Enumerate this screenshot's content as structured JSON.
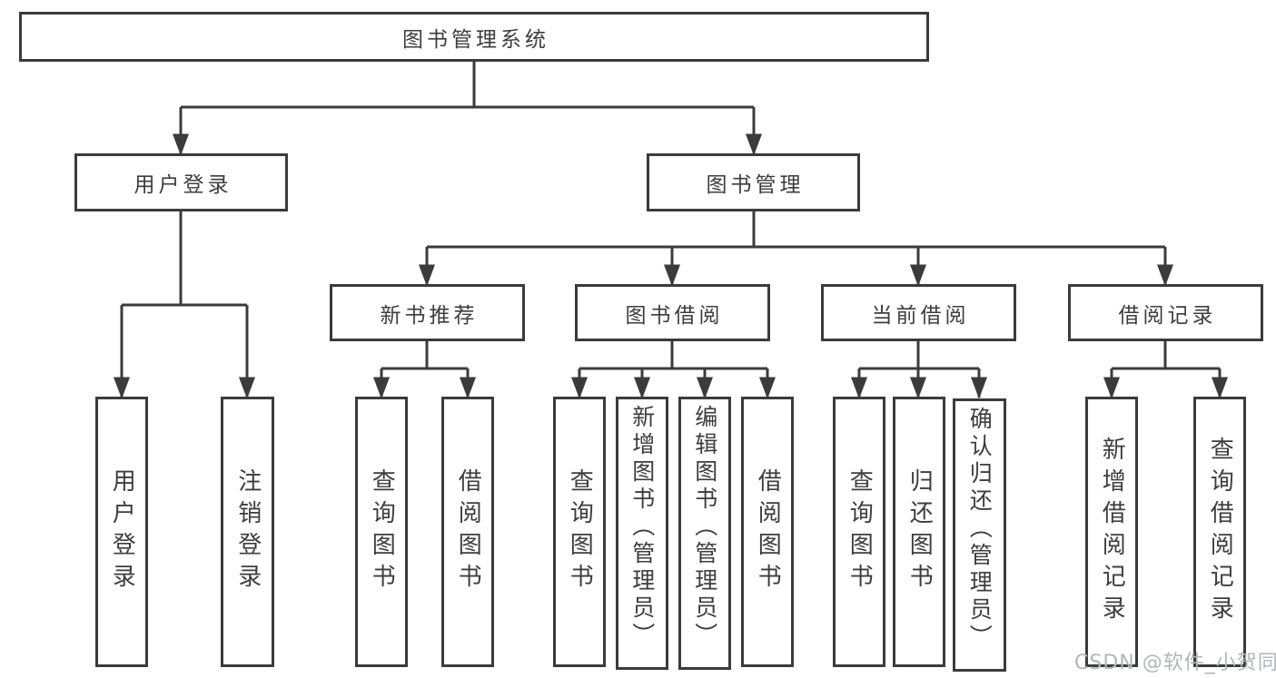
{
  "diagram_type": "hierarchy",
  "tree": {
    "label": "图书管理系统",
    "children": [
      {
        "label": "用户登录",
        "children": [
          {
            "label": "用户登录"
          },
          {
            "label": "注销登录"
          }
        ]
      },
      {
        "label": "图书管理",
        "children": [
          {
            "label": "新书推荐",
            "children": [
              {
                "label": "查询图书"
              },
              {
                "label": "借阅图书"
              }
            ]
          },
          {
            "label": "图书借阅",
            "children": [
              {
                "label": "查询图书"
              },
              {
                "label": "新增图书（管理员）"
              },
              {
                "label": "编辑图书（管理员）"
              },
              {
                "label": "借阅图书"
              }
            ]
          },
          {
            "label": "当前借阅",
            "children": [
              {
                "label": "查询图书"
              },
              {
                "label": "归还图书"
              },
              {
                "label": "确认归还（管理员）"
              }
            ]
          },
          {
            "label": "借阅记录",
            "children": [
              {
                "label": "新增借阅记录"
              },
              {
                "label": "查询借阅记录"
              }
            ]
          }
        ]
      }
    ]
  },
  "watermark": "CSDN @软件_小贺同学",
  "colors": {
    "line": "#3b3b3d",
    "text": "#3d3d41",
    "watermark": "#b2b6ba",
    "background": "#ffffff"
  }
}
